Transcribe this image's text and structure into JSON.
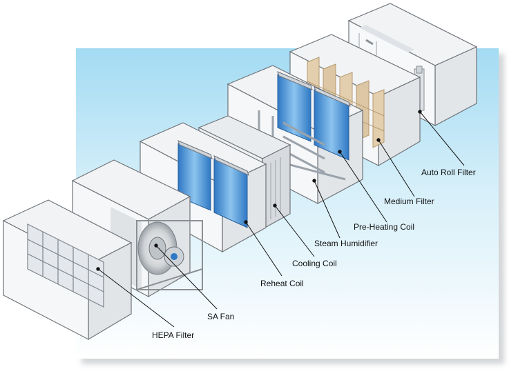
{
  "colors": {
    "panel_top": "#9fd9f2",
    "panel_bottom": "#ffffff",
    "frame": "#6f7378",
    "wall_light": "#f4f5f6",
    "wall_mid": "#dfe2e5",
    "wall_dark": "#c7cbcf",
    "coil_blue": "#3d86cf",
    "coil_light": "#a9d3f3",
    "filter_tan": "#d9c4a2",
    "leader": "#111111"
  },
  "labels": {
    "auto_roll_filter": "Auto Roll Filter",
    "medium_filter": "Medium Filter",
    "pre_heating_coil": "Pre-Heating Coil",
    "steam_humidifier": "Steam Humidifier",
    "cooling_coil": "Cooling Coil",
    "reheat_coil": "Reheat Coil",
    "sa_fan": "SA Fan",
    "hepa_filter": "HEPA Filter"
  }
}
